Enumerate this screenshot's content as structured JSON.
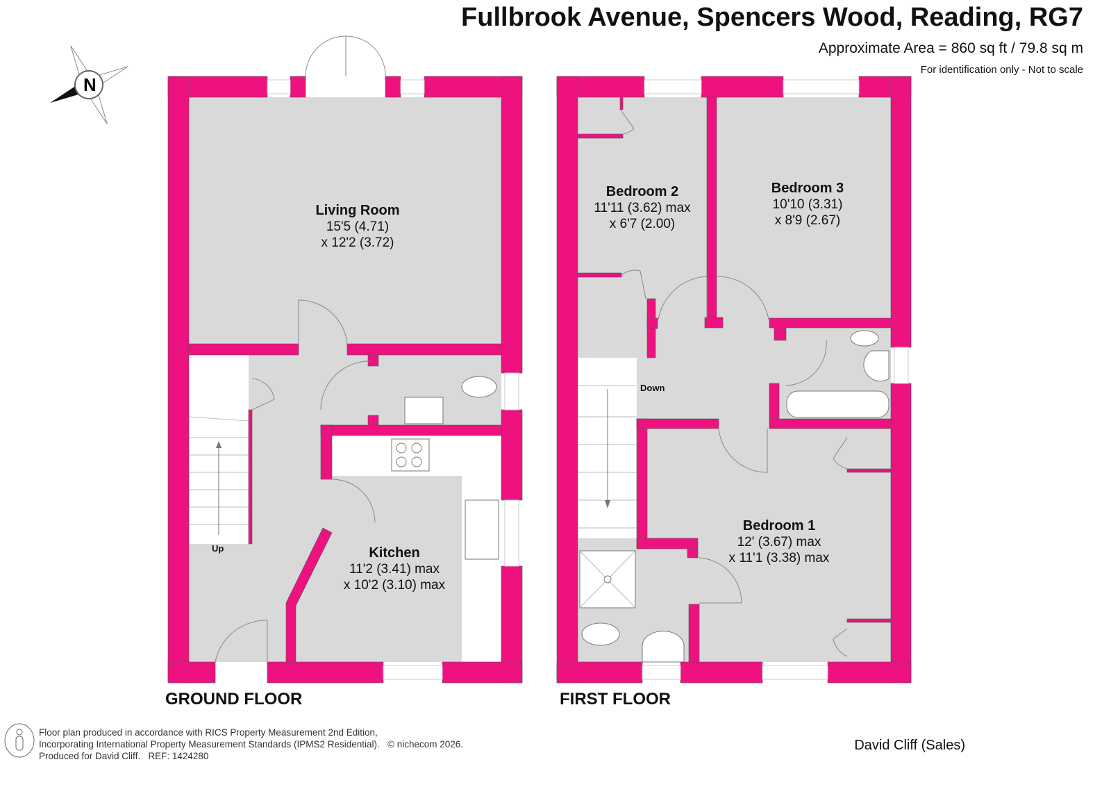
{
  "header": {
    "title": "Fullbrook Avenue, Spencers Wood, Reading, RG7",
    "area": "Approximate Area = 860 sq ft / 79.8 sq m",
    "note": "For identification only - Not to scale"
  },
  "compass": {
    "label": "N"
  },
  "colors": {
    "wall": "#EE1280",
    "floor": "#D9D9D9",
    "fixture": "#FFFFFF"
  },
  "ground_floor": {
    "label": "GROUND FLOOR",
    "stairs_label": "Up",
    "rooms": [
      {
        "name": "Living Room",
        "dim1": "15'5 (4.71)",
        "dim2": "x 12'2 (3.72)"
      },
      {
        "name": "Kitchen",
        "dim1": "11'2 (3.41) max",
        "dim2": "x 10'2 (3.10) max"
      }
    ]
  },
  "first_floor": {
    "label": "FIRST FLOOR",
    "stairs_label": "Down",
    "rooms": [
      {
        "name": "Bedroom 2",
        "dim1": "11'11 (3.62) max",
        "dim2": "x 6'7 (2.00)"
      },
      {
        "name": "Bedroom 3",
        "dim1": "10'10 (3.31)",
        "dim2": "x 8'9 (2.67)"
      },
      {
        "name": "Bedroom 1",
        "dim1": "12' (3.67) max",
        "dim2": "x 11'1 (3.38) max"
      }
    ]
  },
  "footer": {
    "line1": "Floor plan produced in accordance with RICS Property Measurement 2nd Edition,",
    "line2": "Incorporating International Property Measurement Standards (IPMS2 Residential).",
    "copyright": "© nichecom 2026.",
    "line3": "Produced for David Cliff.",
    "ref": "REF:  1424280",
    "agent": "David Cliff (Sales)"
  }
}
